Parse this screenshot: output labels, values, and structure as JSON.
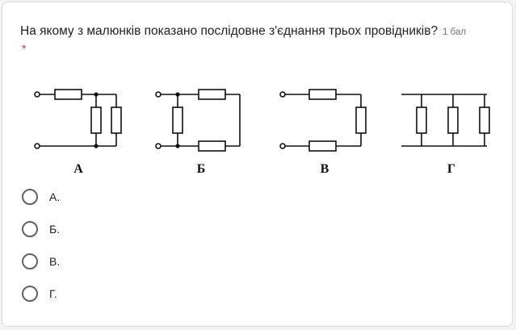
{
  "question": {
    "text": "На якому з малюнків показано послідовне з'єднання трьох провідників?",
    "points": "1 бал",
    "required_mark": "*"
  },
  "figure": {
    "labels": [
      "А",
      "Б",
      "В",
      "Г"
    ]
  },
  "options": [
    {
      "label": "А."
    },
    {
      "label": "Б."
    },
    {
      "label": "В."
    },
    {
      "label": "Г."
    }
  ],
  "colors": {
    "required": "#d93025",
    "radio_border": "#5f6368",
    "text": "#202124"
  }
}
